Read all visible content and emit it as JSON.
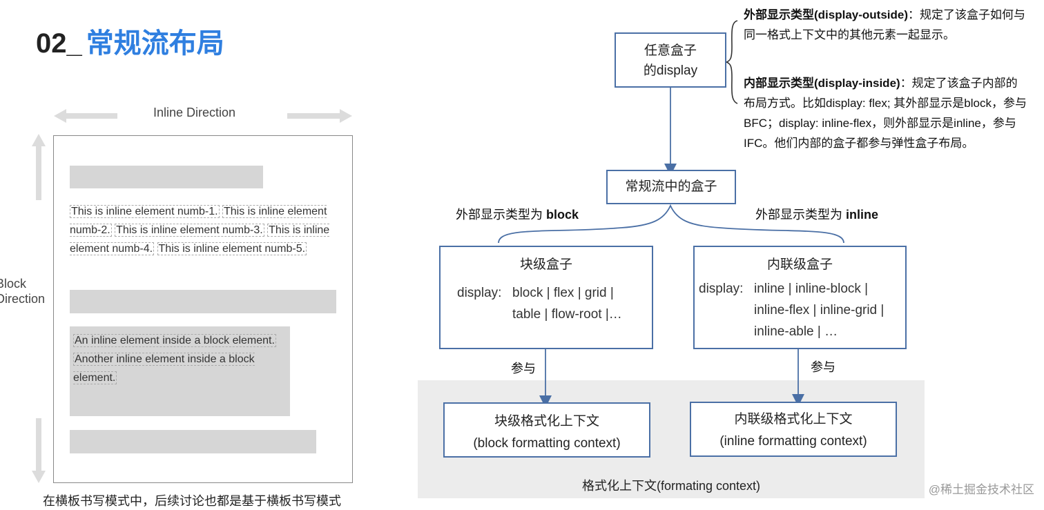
{
  "title": {
    "number": "02_",
    "text": "常规流布局"
  },
  "left_panel": {
    "inline_direction": "Inline  Direction",
    "block_direction": "Block\nDirection",
    "paragraph1": [
      "This is inline element numb-1.",
      "This is inline element numb-2.",
      "This is inline element numb-3.",
      "This is inline element numb-4.",
      "This is inline element numb-5."
    ],
    "paragraph2": [
      "An inline element inside a block element.",
      "Another inline element inside a block element."
    ],
    "caption": "在横板书写模式中，后续讨论也都是基于横板书写模式"
  },
  "diagram": {
    "any_box": {
      "line1": "任意盒子",
      "line2": "的display"
    },
    "outside_note": {
      "bold": "外部显示类型(display-outside)",
      "text": "：规定了该盒子如何与同一格式上下文中的其他元素一起显示。"
    },
    "inside_note": {
      "bold": "内部显示类型(display-inside)",
      "text": "：规定了该盒子内部的布局方式。比如display: flex; 其外部显示是block，参与 BFC；display: inline-flex，则外部显示是inline，参与IFC。他们内部的盒子都参与弹性盒子布局。"
    },
    "normal_flow_box": "常规流中的盒子",
    "branch_block": {
      "text": "外部显示类型为 ",
      "bold": "block"
    },
    "branch_inline": {
      "text": "外部显示类型为 ",
      "bold": "inline"
    },
    "block_box": {
      "title": "块级盒子",
      "label": "display:",
      "line1": "block | flex | grid |",
      "line2": "table | flow-root |…"
    },
    "inline_box": {
      "title": "内联级盒子",
      "label": "display:",
      "line1": "inline | inline-block |",
      "line2": "inline-flex | inline-grid |",
      "line3": "inline-able | …"
    },
    "participate_left": "参与",
    "participate_right": "参与",
    "bfc": {
      "line1": "块级格式化上下文",
      "line2": "(block formatting context)"
    },
    "ifc": {
      "line1": "内联级格式化上下文",
      "line2": "(inline formatting context)"
    },
    "fc_label": "格式化上下文(formating context)"
  },
  "watermark": "@稀土掘金技术社区",
  "colors": {
    "accent": "#2f7fe0",
    "box_border": "#4a6fa5",
    "bar_gray": "#d6d6d6"
  }
}
